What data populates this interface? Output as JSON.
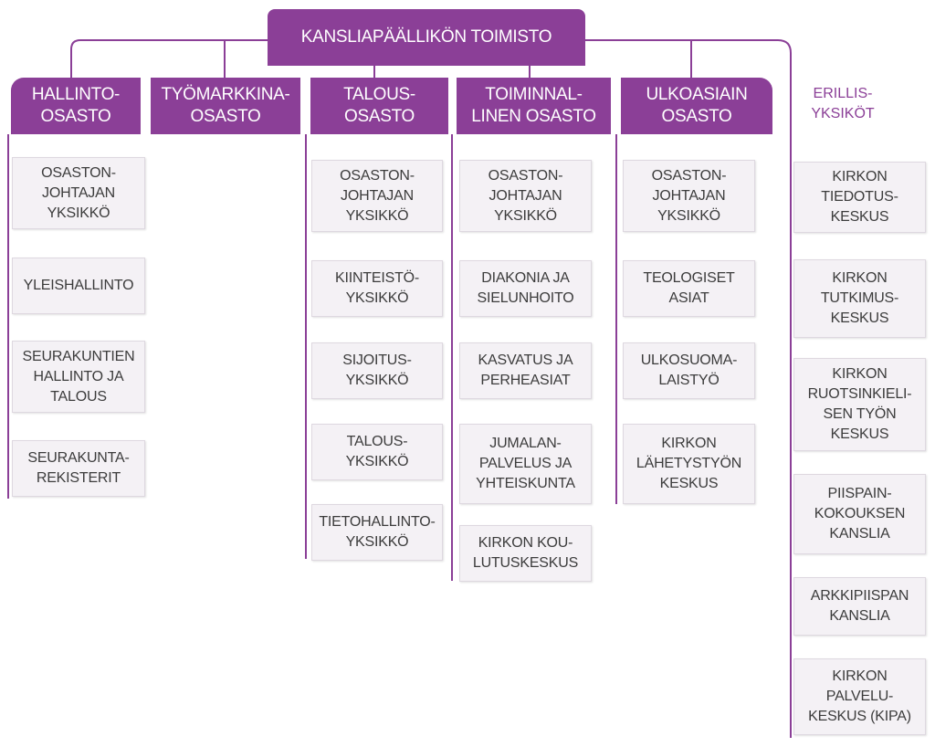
{
  "colors": {
    "accent": "#8b3f97",
    "box_fill": "#f4f1f5",
    "text": "#3c3c3c"
  },
  "top": {
    "label": "KANSLIAPÄÄLLIKÖN TOIMISTO"
  },
  "departments": [
    {
      "label": "HALLINTO-\nOSASTO"
    },
    {
      "label": "TYÖMARKKINA-\nOSASTO"
    },
    {
      "label": "TALOUS-\nOSASTO"
    },
    {
      "label": "TOIMINNAL-\nLINEN OSASTO"
    },
    {
      "label": "ULKOASIAIN\nOSASTO"
    }
  ],
  "separate": {
    "label": "ERILLIS-\nYKSIKÖT"
  },
  "hallinto": [
    "OSASTON-\nJOHTAJAN\nYKSIKKÖ",
    "YLEISHALLINTO",
    "SEURAKUNTIEN\nHALLINTO JA\nTALOUS",
    "SEURAKUNTA-\nREKISTERIT"
  ],
  "talous": [
    "OSASTON-\nJOHTAJAN\nYKSIKKÖ",
    "KIINTEISTÖ-\nYKSIKKÖ",
    "SIJOITUS-\nYKSIKKÖ",
    "TALOUS-\nYKSIKKÖ",
    "TIETOHALLINTO-\nYKSIKKÖ"
  ],
  "toiminnallinen": [
    "OSASTON-\nJOHTAJAN\nYKSIKKÖ",
    "DIAKONIA JA\nSIELUNHOITO",
    "KASVATUS JA\nPERHEASIAT",
    "JUMALAN-\nPALVELUS JA\nYHTEISKUNTA",
    "KIRKON KOU-\nLUTUSKESKUS"
  ],
  "ulkoasiain": [
    "OSASTON-\nJOHTAJAN\nYKSIKKÖ",
    "TEOLOGISET\nASIAT",
    "ULKOSUOMA-\nLAISTYÖ",
    "KIRKON\nLÄHETYSTYÖN\nKESKUS"
  ],
  "erillis": [
    "KIRKON\nTIEDOTUS-\nKESKUS",
    "KIRKON\nTUTKIMUS-\nKESKUS",
    "KIRKON\nRUOTSINKIELI-\nSEN TYÖN\nKESKUS",
    "PIISPAIN-\nKOKOUKSEN\nKANSLIA",
    "ARKKIPIISPAN\nKANSLIA",
    "KIRKON\nPALVELU-\nKESKUS (KIPA)"
  ]
}
